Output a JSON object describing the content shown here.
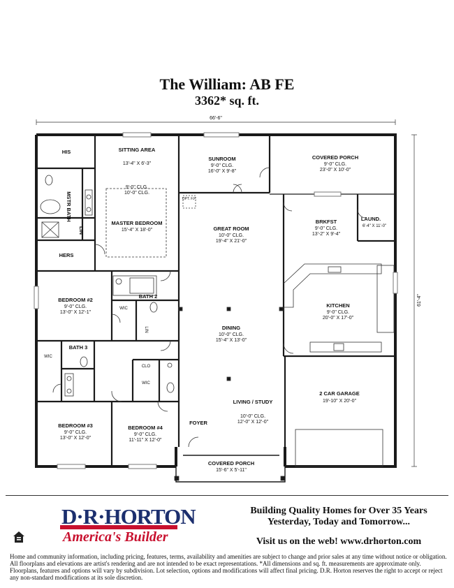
{
  "header": {
    "title": "The William: AB FE",
    "subtitle": "3362* sq. ft."
  },
  "dimensions": {
    "width": "66'-6\"",
    "depth": "61'-4\""
  },
  "rooms": {
    "his": {
      "name": "HIS"
    },
    "sitting_area": {
      "name": "SITTING AREA",
      "size": "13'-4\" X 6'-3\""
    },
    "sunroom": {
      "name": "SUNROOM",
      "clg": "9'-0\" CLG.",
      "size": "16'-0\" X 9'-8\""
    },
    "covered_porch_rear": {
      "name": "COVERED PORCH",
      "clg": "9'-0\" CLG.",
      "size": "23'-0\" X 10'-0\""
    },
    "mstr_bath": {
      "name": "MSTR BATH"
    },
    "lin": {
      "name": "LIN"
    },
    "hers": {
      "name": "HERS"
    },
    "master_bedroom": {
      "name": "MASTER BEDROOM",
      "clg": "9'-0\" CLG.",
      "clg2": "10'-0\" CLG.",
      "size": "15'-4\" X 18'-0\""
    },
    "opt_fp": {
      "name": "OPT. F.P."
    },
    "great_room": {
      "name": "GREAT ROOM",
      "clg": "10'-0\" CLG.",
      "size": "19'-4\" X 21'-0\""
    },
    "brkfst": {
      "name": "BRKFST",
      "clg": "9'-0\" CLG.",
      "size": "13'-2\" X 9'-4\""
    },
    "laund": {
      "name": "LAUND.",
      "size": "6'-4\" X 11'-0\""
    },
    "bedroom2": {
      "name": "BEDROOM #2",
      "clg": "9'-0\" CLG.",
      "size": "13'-0\" X 12'-1\""
    },
    "bath2": {
      "name": "BATH 2"
    },
    "wic_b2": {
      "name": "WIC"
    },
    "lin_b2": {
      "name": "LIN"
    },
    "kitchen": {
      "name": "KITCHEN",
      "clg": "9'-0\" CLG.",
      "size": "20'-0\" X 17'-0\""
    },
    "dining": {
      "name": "DINING",
      "clg": "10'-0\" CLG.",
      "size": "15'-4\" X 13'-0\""
    },
    "bath3": {
      "name": "BATH 3"
    },
    "wic_b3": {
      "name": "WIC"
    },
    "clo": {
      "name": "CLO"
    },
    "wic_b4": {
      "name": "WIC"
    },
    "garage": {
      "name": "2 CAR GARAGE",
      "size": "19'-10\" X 20'-0\""
    },
    "living_study": {
      "name": "LIVING / STUDY",
      "clg": "10'-0\" CLG.",
      "size": "12'-0\" X 12'-0\""
    },
    "bedroom3": {
      "name": "BEDROOM #3",
      "clg": "9'-0\" CLG.",
      "size": "13'-0\" X 12'-0\""
    },
    "bedroom4": {
      "name": "BEDROOM #4",
      "clg": "9'-0\" CLG.",
      "size": "11'-11\" X 12'-0\""
    },
    "foyer": {
      "name": "FOYER"
    },
    "covered_porch_front": {
      "name": "COVERED PORCH",
      "size": "15'-6\" X 5'-11\""
    }
  },
  "footer": {
    "logo_main": "D·R·HORTON",
    "logo_sub": "America's Builder",
    "tagline_1": "Building Quality Homes for Over 35 Years",
    "tagline_2": "Yesterday, Today and Tomorrow...",
    "visit": "Visit us on the web!   www.drhorton.com",
    "disclaimer": "Home and community information, including pricing, features, terms, availability and amenities are subject to change and prior sales at any time without notice or obligation.  All floorplans and elevations are artist's rendering and are not intended to be exact representations.  *All dimensions and sq. ft. measurements are approximate only.  Floorplans, features and options will vary by subdivision.  Lot selection, options and modifications will affect final pricing.  D.R. Horton reserves the right to accept or reject any non-standard modifications at its sole discretion."
  },
  "colors": {
    "logo_blue": "#1c2f6e",
    "logo_red": "#c8102e",
    "wall": "#1a1a1a"
  }
}
